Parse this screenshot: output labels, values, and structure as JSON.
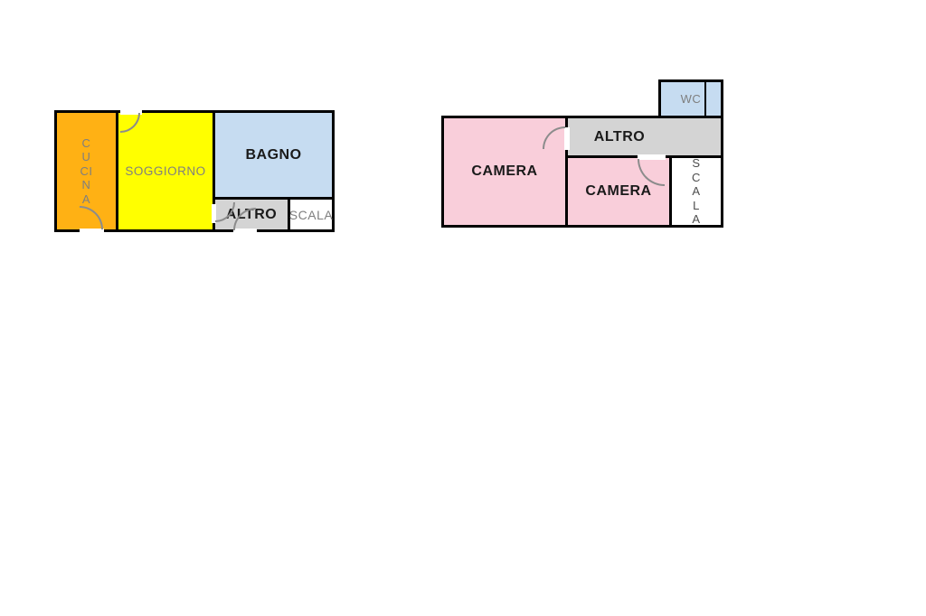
{
  "plan1": {
    "rooms": {
      "cucina": {
        "label": "CUCINA",
        "color": "#FFB114"
      },
      "soggiorno": {
        "label": "SOGGIORNO",
        "color": "#FFFF00"
      },
      "bagno": {
        "label": "BAGNO",
        "color": "#C6DCF1"
      },
      "altro": {
        "label": "ALTRO",
        "color": "#D4D4D4"
      },
      "scala": {
        "label": "SCALA",
        "color": "#FFFFFF"
      }
    }
  },
  "plan2": {
    "rooms": {
      "wc": {
        "label": "WC",
        "color": "#C6DCF1"
      },
      "camera_left": {
        "label": "CAMERA",
        "color": "#F9CEDA"
      },
      "altro": {
        "label": "ALTRO",
        "color": "#D4D4D4"
      },
      "camera_right": {
        "label": "CAMERA",
        "color": "#F9CEDA"
      },
      "scala": {
        "label": "SCALA",
        "color": "#FFFFFF"
      }
    }
  },
  "colors": {
    "wall": "#000000",
    "door_arc": "#8c8c8c",
    "label_dark": "#1a1a1a",
    "label_gray": "#7f7f7f"
  }
}
